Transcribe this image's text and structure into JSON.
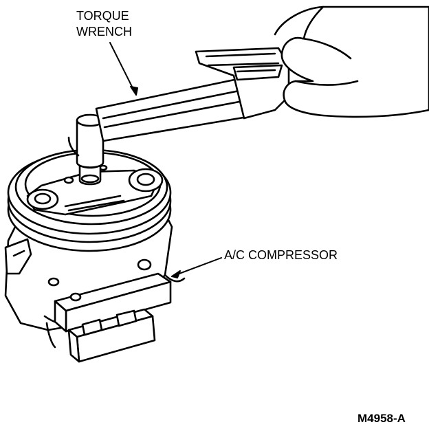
{
  "labels": {
    "torque_wrench_line1": "TORQUE",
    "torque_wrench_line2": "WRENCH",
    "ac_compressor": "A/C COMPRESSOR",
    "figure_id": "M4958-A"
  },
  "colors": {
    "ink": "#000000",
    "paper": "#ffffff"
  }
}
